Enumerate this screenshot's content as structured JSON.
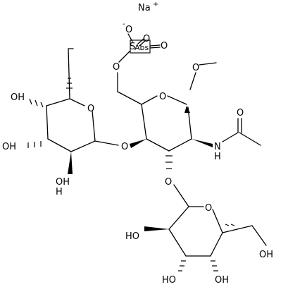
{
  "molecule": {
    "counter_ion": {
      "symbol": "Na",
      "charge": "+"
    },
    "sulfate": {
      "o_minus": "O",
      "minus_sign": "-",
      "s_label": "S",
      "stereo_flag": "Abs",
      "o_top": "O",
      "o_right": "O",
      "o_link": "O"
    },
    "central_ring": {
      "ring_o": "O",
      "methoxy_o": "O"
    },
    "acetamido": {
      "nh": "N",
      "h": "H",
      "carbonyl_o": "O"
    },
    "fucose": {
      "ring_o": "O",
      "link_o": "O",
      "oh4": "OH",
      "oh3": "OH",
      "oh2": "OH",
      "h3": "H"
    },
    "galactose": {
      "ring_o": "O",
      "link_o": "O",
      "oh6": "OH",
      "oh2": "HO",
      "oh3": "HO",
      "oh4": "OH"
    }
  }
}
